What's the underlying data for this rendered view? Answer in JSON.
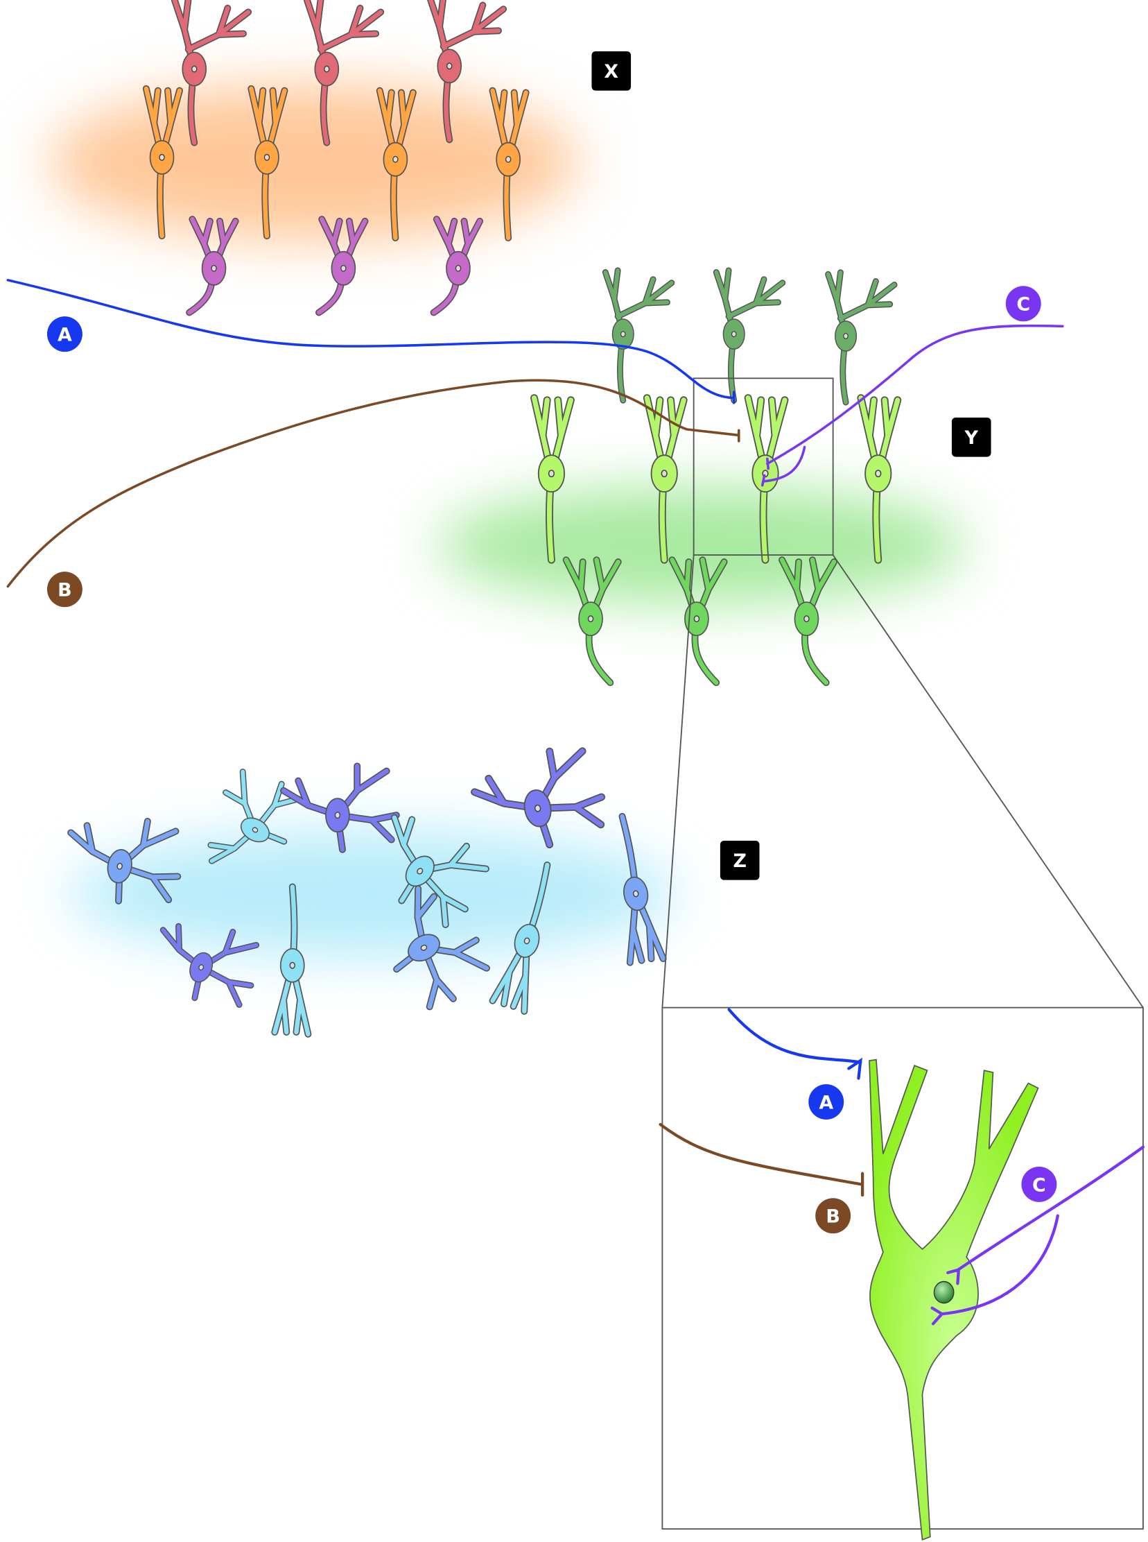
{
  "layers": [
    {
      "id": "X",
      "label": "X",
      "glow_color": "#ffc89a"
    },
    {
      "id": "Y",
      "label": "Y",
      "glow_color": "#a8eaa0"
    },
    {
      "id": "Z",
      "label": "Z",
      "glow_color": "#b8ecfb"
    }
  ],
  "inputs": [
    {
      "id": "A",
      "label": "A",
      "color": "#1639f0"
    },
    {
      "id": "B",
      "label": "B",
      "color": "#7b4a25"
    },
    {
      "id": "C",
      "label": "C",
      "color": "#7a35f2"
    }
  ],
  "neuron_colors": {
    "red": "#e06a75",
    "orange": "#ffa544",
    "purple": "#c46bc9",
    "dark_green": "#6aad68",
    "light_green": "#b4f76a",
    "green": "#6fd65e",
    "blue": "#7aa6f5",
    "cyan": "#8ee0f5",
    "indigo": "#7a7af0"
  }
}
